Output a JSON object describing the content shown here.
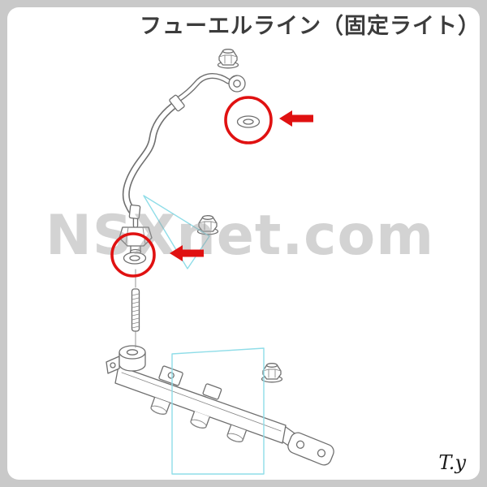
{
  "header": {
    "title": "フューエルライン（固定ライト）"
  },
  "watermark": {
    "text": "NSXnet.com"
  },
  "signature": {
    "text": "T.y"
  },
  "colors": {
    "frame_background": "#c9c9c9",
    "canvas_background": "#ffffff",
    "title_text": "#3c3c3c",
    "line_art": "#6f6f6f",
    "highlight_red": "#e01111",
    "leader_cyan": "#8fdde8",
    "watermark_gray": "#9e9e9e"
  },
  "diagram": {
    "type": "exploded-parts-line-drawing",
    "subject": "fuel-line-hose-and-fuel-rail",
    "parts": [
      "flange-nut-top",
      "banjo-fitting",
      "fuel-hose",
      "sealing-washer-upper",
      "flange-nut-middle",
      "hose-union-fitting",
      "sealing-washer-lower",
      "threaded-stud",
      "fuel-rail",
      "flange-nut-rail",
      "mounting-flange"
    ],
    "highlights": [
      {
        "target": "sealing-washer-upper",
        "marker": "red-circle",
        "pointer": "left-arrow"
      },
      {
        "target": "sealing-washer-lower",
        "marker": "red-circle",
        "pointer": "left-arrow"
      }
    ]
  }
}
